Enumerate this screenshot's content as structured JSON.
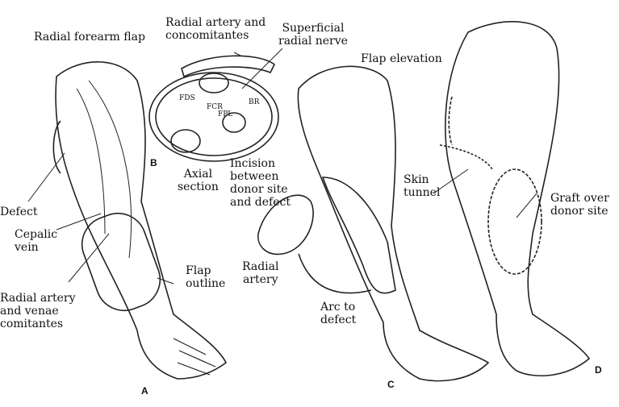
{
  "panels": {
    "a": "A",
    "b": "B",
    "c": "C",
    "d": "D"
  },
  "labels": {
    "radial_forearm_flap": "Radial forearm flap",
    "radial_artery_concomitantes": [
      "Radial artery and",
      "concomitantes"
    ],
    "superficial_radial_nerve": [
      "Superficial",
      "radial nerve"
    ],
    "flap_elevation": "Flap elevation",
    "defect": "Defect",
    "cepalic_vein": [
      "Cepalic",
      "vein"
    ],
    "radial_artery_venae": [
      "Radial artery",
      "and venae",
      "comitantes"
    ],
    "flap_outline": [
      "Flap",
      "outline"
    ],
    "axial_section": [
      "Axial",
      "section"
    ],
    "incision": [
      "Incision",
      "between",
      "donor site",
      "and defect"
    ],
    "radial_artery": [
      "Radial",
      "artery"
    ],
    "arc_to_defect": [
      "Arc to",
      "defect"
    ],
    "skin_tunnel": [
      "Skin",
      "tunnel"
    ],
    "graft_over_donor_site": [
      "Graft over",
      "donor site"
    ]
  },
  "section_labels": {
    "fcr": "FCR",
    "fds": "FDS",
    "fpl": "FPL",
    "br": "BR"
  }
}
